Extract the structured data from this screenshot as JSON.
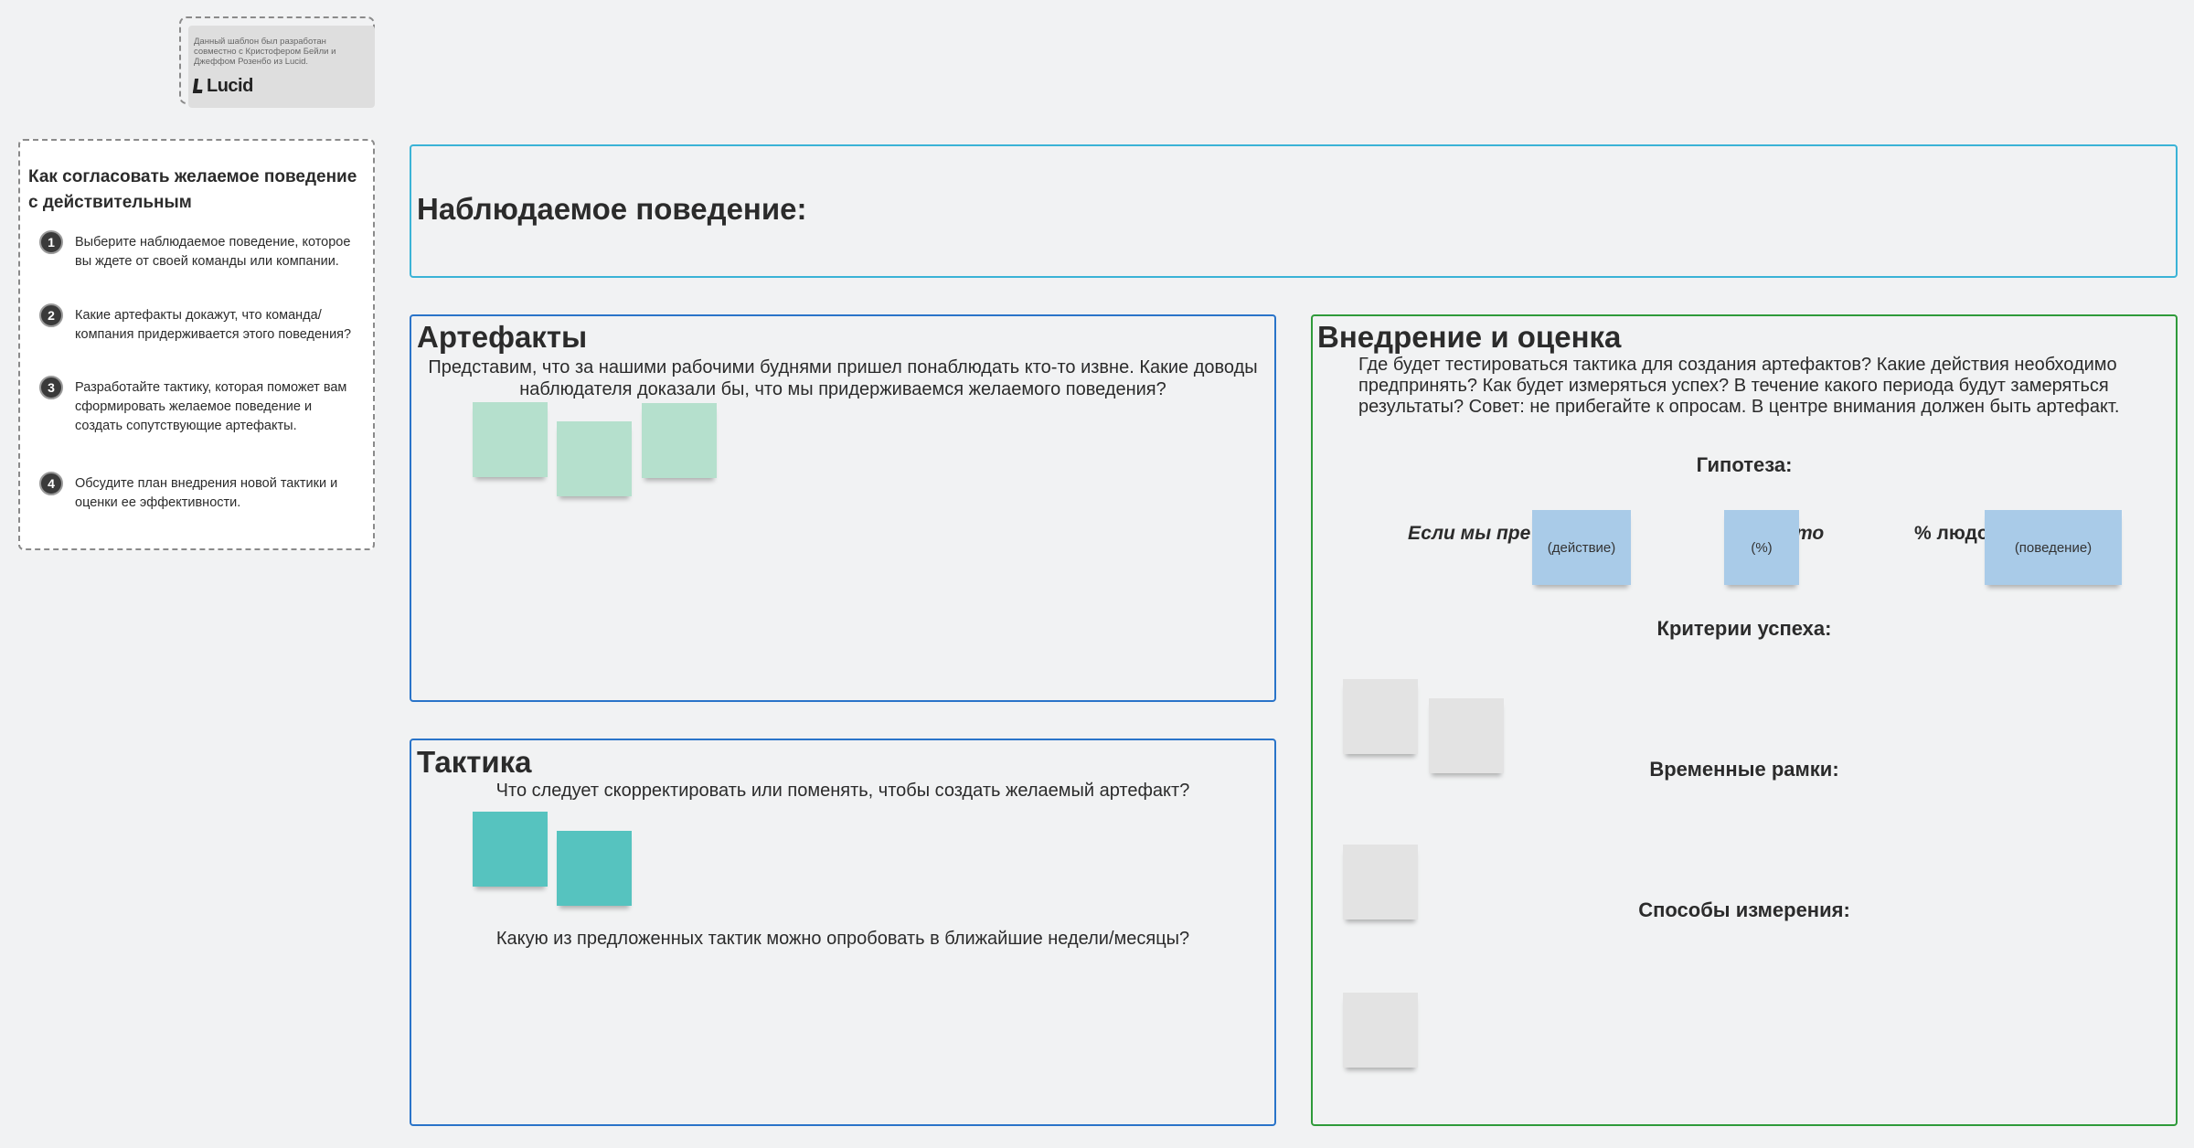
{
  "credit": {
    "text": "Данный шаблон был разработан совместно с Кристофером Бейли и Джеффом Розенбо из Lucid.",
    "logo": "Lucid"
  },
  "instructions": {
    "title": "Как согласовать желаемое поведение с действительным",
    "steps": [
      {
        "num": "1",
        "text": "Выберите наблюдаемое поведение, которое вы ждете от своей команды или компании."
      },
      {
        "num": "2",
        "text": "Какие артефакты докажут, что команда/компания придерживается этого поведения?"
      },
      {
        "num": "3",
        "text": "Разработайте тактику, которая поможет вам сформировать желаемое поведение и создать сопутствующие артефакты."
      },
      {
        "num": "4",
        "text": "Обсудите план внедрения новой тактики и оценки ее эффективности."
      }
    ]
  },
  "behavior": {
    "title": "Наблюдаемое поведение:"
  },
  "artifacts": {
    "title": "Артефакты",
    "description": "Представим, что за нашими рабочими буднями пришел понаблюдать кто-то извне. Какие доводы наблюдателя доказали бы, что мы придерживаемся желаемого поведения?"
  },
  "tactics": {
    "title": "Тактика",
    "question1": "Что следует скорректировать или поменять, чтобы создать желаемый артефакт?",
    "question2": "Какую из предложенных тактик можно опробовать в ближайшие недели/месяцы?"
  },
  "implementation": {
    "title": "Внедрение и оценка",
    "description": "Где будет тестироваться тактика для создания артефактов? Какие действия необходимо предпринять? Как будет измеряться успех? В течение какого периода будут замеряться результаты? Совет: не прибегайте к опросам. В центре внимания должен быть артефакт.",
    "hypothesis_label": "Гипотеза:",
    "hypothesis_parts": [
      "Если мы пре",
      "то",
      "% людо"
    ],
    "stickies": {
      "action": "(действие)",
      "percent": "(%)",
      "behavior": "(поведение)"
    },
    "success_criteria": "Критерии успеха:",
    "timeframe": "Временные рамки:",
    "measurement": "Способы измерения:"
  },
  "colors": {
    "background": "#f1f2f3",
    "behavior_frame": "#3bb3d6",
    "blue_frames": "#2a74c9",
    "green_frame": "#2f9a3a",
    "sticky_mint": "#b5e0cd",
    "sticky_teal": "#56c3bf",
    "sticky_gray": "#e3e3e3",
    "sticky_blue": "#a9cbe8"
  }
}
